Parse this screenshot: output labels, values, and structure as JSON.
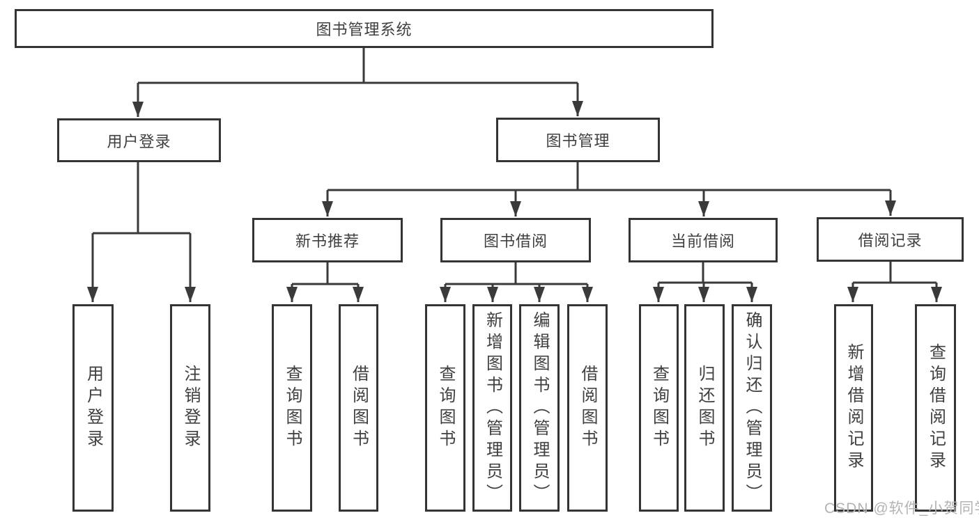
{
  "diagram_title": "图书管理系统",
  "nodes": [
    {
      "id": "root",
      "label": "图书管理系统"
    },
    {
      "id": "user-login",
      "label": "用户登录"
    },
    {
      "id": "book-management",
      "label": "图书管理"
    },
    {
      "id": "new-book-recommend",
      "label": "新书推荐"
    },
    {
      "id": "book-borrowing",
      "label": "图书借阅"
    },
    {
      "id": "current-borrowing",
      "label": "当前借阅"
    },
    {
      "id": "borrowing-records",
      "label": "借阅记录"
    },
    {
      "id": "leaf-user-login",
      "label": "用户登录"
    },
    {
      "id": "leaf-logout",
      "label": "注销登录"
    },
    {
      "id": "leaf-search-books-recommend",
      "label": "查询图书"
    },
    {
      "id": "leaf-borrow-books-recommend",
      "label": "借阅图书"
    },
    {
      "id": "leaf-search-books-borrowing",
      "label": "查询图书"
    },
    {
      "id": "leaf-add-books-admin",
      "label": "新增图书（管理员）"
    },
    {
      "id": "leaf-edit-books-admin",
      "label": "编辑图书（管理员）"
    },
    {
      "id": "leaf-borrow-books-borrowing",
      "label": "借阅图书"
    },
    {
      "id": "leaf-search-books-current",
      "label": "查询图书"
    },
    {
      "id": "leaf-return-books",
      "label": "归还图书"
    },
    {
      "id": "leaf-confirm-return-admin",
      "label": "确认归还（管理员）"
    },
    {
      "id": "leaf-add-borrow-record",
      "label": "新增借阅记录"
    },
    {
      "id": "leaf-search-borrow-record",
      "label": "查询借阅记录"
    }
  ],
  "hierarchy": {
    "图书管理系统": {
      "用户登录": [
        "用户登录",
        "注销登录"
      ],
      "图书管理": {
        "新书推荐": [
          "查询图书",
          "借阅图书"
        ],
        "图书借阅": [
          "查询图书",
          "新增图书（管理员）",
          "编辑图书（管理员）",
          "借阅图书"
        ],
        "当前借阅": [
          "查询图书",
          "归还图书",
          "确认归还（管理员）"
        ],
        "借阅记录": [
          "新增借阅记录",
          "查询借阅记录"
        ]
      }
    }
  },
  "watermark": {
    "text": "CSDN @软件_小贺同学"
  },
  "colors": {
    "line": "#3a3a3a",
    "box_border": "#343434",
    "text": "#3f3f3f",
    "watermark": "#b3b3b3",
    "background": "#ffffff"
  }
}
